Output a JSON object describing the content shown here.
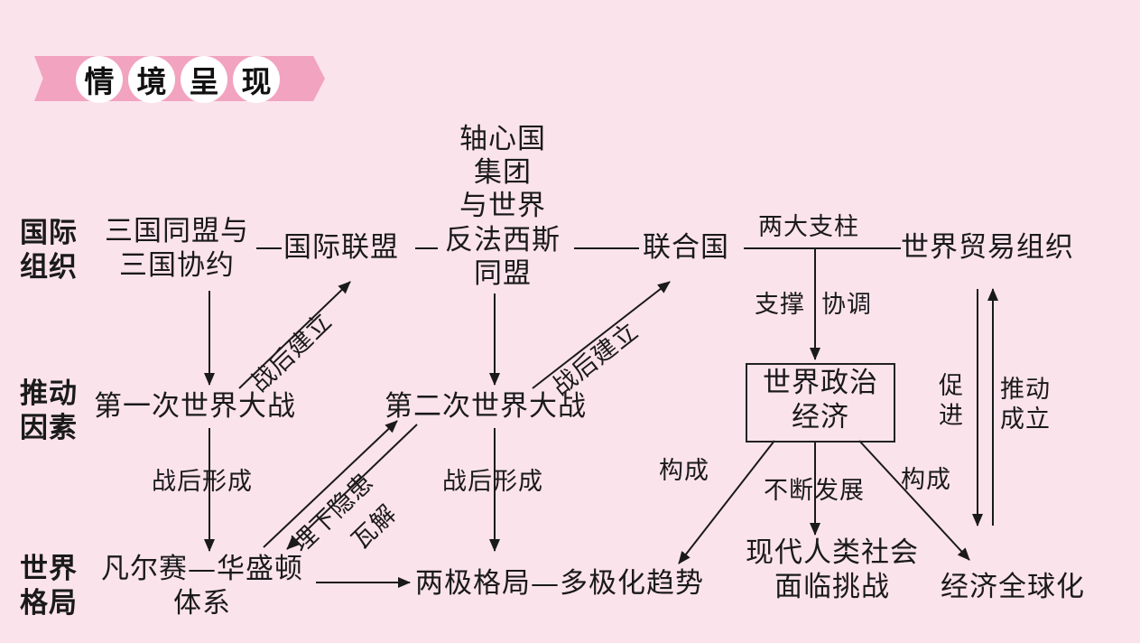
{
  "header": {
    "chars": [
      "情",
      "境",
      "呈",
      "现"
    ]
  },
  "row_labels": {
    "international_org": [
      "国际",
      "组织"
    ],
    "driving_factor": [
      "推动",
      "因素"
    ],
    "world_pattern": [
      "世界",
      "格局"
    ]
  },
  "nodes": {
    "triple": [
      "三国同盟与",
      "三国协约"
    ],
    "league": "国际联盟",
    "axis": [
      "轴心国",
      "集团",
      "与世界",
      "反法西斯",
      "同盟"
    ],
    "un": "联合国",
    "wto": "世界贸易组织",
    "ww1": "第一次世界大战",
    "ww2": "第二次世界大战",
    "world_econ": [
      "世界政治",
      "经济"
    ],
    "versailles": [
      "凡尔赛—华盛顿",
      "体系"
    ],
    "bipolar": "两极格局—多极化趋势",
    "challenge": [
      "现代人类社会",
      "面临挑战"
    ],
    "globalization": "经济全球化"
  },
  "edge_labels": {
    "postwar_built_1": "战后建立",
    "postwar_built_2": "战后建立",
    "postwar_formed_1": "战后形成",
    "postwar_formed_2": "战后形成",
    "buried_danger": "埋下隐患",
    "collapse": "瓦解",
    "two_pillars": "两大支柱",
    "support": "支撑",
    "coordinate": "协调",
    "promote": [
      "促",
      "进"
    ],
    "push_establish": [
      "推动",
      "成立"
    ],
    "compose_1": "构成",
    "compose_2": "构成",
    "develop": "不断发展"
  }
}
